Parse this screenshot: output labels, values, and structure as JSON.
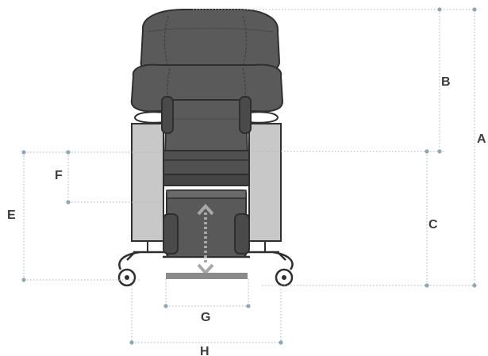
{
  "diagram": {
    "dimension_labels": {
      "A": "A",
      "B": "B",
      "C": "C",
      "E": "E",
      "F": "F",
      "G": "G",
      "H": "H"
    },
    "colors": {
      "upholstery": "#5a5a5a",
      "upholstery_dark": "#3f3f3f",
      "side_panel": "#c8c8c8",
      "frame": "#2f2f2f",
      "dimension_line": "#9fb3bf",
      "dimension_dot": "#8fa7b5",
      "label_text": "#3c3c3c",
      "arrow": "#a8a8a8"
    }
  }
}
